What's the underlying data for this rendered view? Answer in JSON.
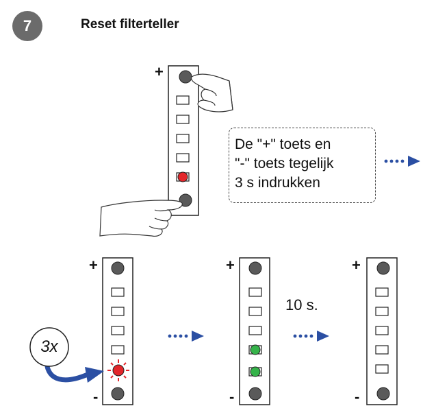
{
  "step": {
    "number": "7",
    "title": "Reset filterteller"
  },
  "instruction": {
    "line1": "De \"+\" toets en",
    "line2": "\"-\" toets tegelijk",
    "line3": "3 s indrukken"
  },
  "labels": {
    "plus": "+",
    "minus": "-",
    "repeat": "3x",
    "wait": "10 s."
  },
  "colors": {
    "button": "#5a5a5a",
    "led_red": "#e3262b",
    "led_green": "#35b34a",
    "arrow": "#2b4fa3",
    "step_circle": "#6b6b6b"
  },
  "icons": [
    "hand-pressing-plus-icon",
    "hand-pressing-minus-icon",
    "curved-arrow-icon",
    "dotted-arrow-icon"
  ]
}
